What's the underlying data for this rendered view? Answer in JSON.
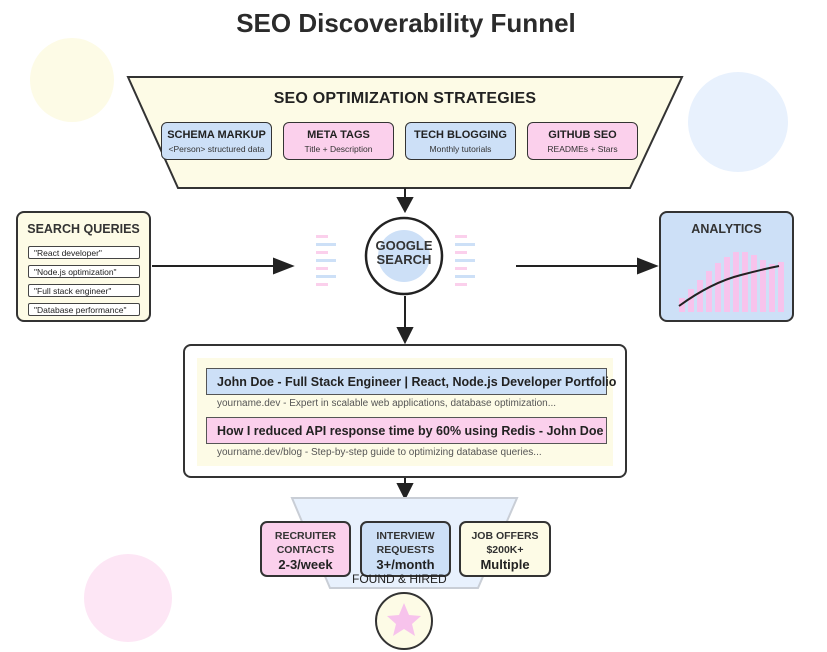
{
  "title": "SEO Discoverability Funnel",
  "strategies": {
    "title": "SEO OPTIMIZATION STRATEGIES",
    "items": [
      {
        "name": "SCHEMA MARKUP",
        "desc": "<Person> structured data",
        "color": "#cde0f7"
      },
      {
        "name": "META TAGS",
        "desc": "Title + Description",
        "color": "#fbd0ec"
      },
      {
        "name": "TECH BLOGGING",
        "desc": "Monthly tutorials",
        "color": "#cde0f7"
      },
      {
        "name": "GITHUB SEO",
        "desc": "READMEs + Stars",
        "color": "#fbd0ec"
      }
    ]
  },
  "search_queries": {
    "title": "SEARCH QUERIES",
    "items": [
      "\"React developer\"",
      "\"Node.js optimization\"",
      "\"Full stack engineer\"",
      "\"Database performance\""
    ]
  },
  "google": {
    "line1": "GOOGLE",
    "line2": "SEARCH"
  },
  "analytics": {
    "title": "ANALYTICS"
  },
  "results": [
    {
      "title": "John Doe - Full Stack Engineer | React, Node.js Developer Portfolio",
      "url": "yourname.dev - Expert in scalable web applications, database optimization...",
      "color": "#cde0f7"
    },
    {
      "title": "How I reduced API response time by 60% using Redis - John Doe",
      "url": "yourname.dev/blog - Step-by-step guide to optimizing database queries...",
      "color": "#fbd0ec"
    }
  ],
  "outcomes": [
    {
      "label1": "RECRUITER",
      "label2": "CONTACTS",
      "value": "2-3/week",
      "color": "#fbd0ec"
    },
    {
      "label1": "INTERVIEW",
      "label2": "REQUESTS",
      "value": "3+/month",
      "color": "#cde0f7"
    },
    {
      "label1": "JOB OFFERS",
      "label2": "$200K+",
      "value": "Multiple",
      "color": "#fdfbe6"
    }
  ],
  "found": "FOUND & HIRED",
  "colors": {
    "cream": "#fdfbe6",
    "blue": "#cde0f7",
    "pink": "#fbd0ec",
    "dark": "#333333"
  }
}
